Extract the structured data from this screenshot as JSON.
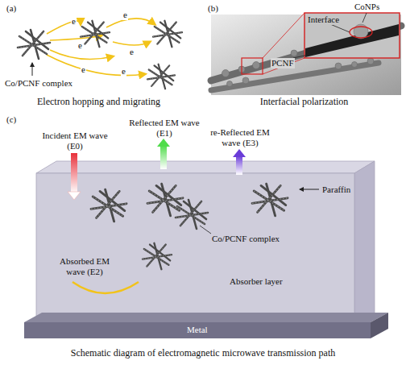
{
  "diagram": {
    "nodes": [
      {
        "text": [
          "Absorber layer"
        ]
      },
      {
        "text": [
          "Metal"
        ]
      }
    ],
    "labels": [
      "(a)",
      "e",
      "e",
      "e",
      "e",
      "e",
      "e",
      "Co/PCNF complex",
      "Electron hopping and migrating",
      "(b)",
      "CoNPs",
      "Interface",
      "PCNF",
      "Interfacial polarization",
      "(c)",
      "Incident EM wave (E0)",
      "Reflected EM wave (E1)",
      "re-Reflected EM wave (E3)",
      "Paraffin",
      "Co/PCNF complex",
      "Absorbed EM wave (E2)",
      "Schematic diagram of electromagnetic microwave transmission path"
    ]
  }
}
